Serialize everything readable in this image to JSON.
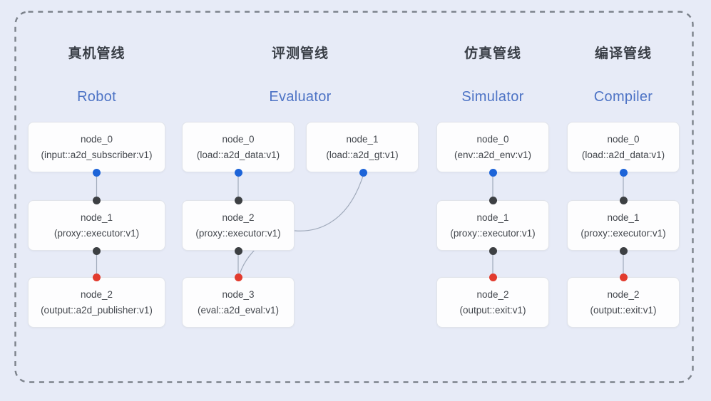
{
  "diagram": {
    "background": "#e7ebf7",
    "frame_border_color": "#7c828b",
    "edge_color": "#a0aabb",
    "port_colors": {
      "source_port": "#1d64d8",
      "proxy_port": "#3d4043",
      "sink_port": "#e23b2e"
    },
    "pipelines": [
      {
        "id": "robot",
        "title_zh": "真机管线",
        "title_en": "Robot",
        "nodes": [
          {
            "name": "node_0",
            "type": "(input::a2d_subscriber:v1)"
          },
          {
            "name": "node_1",
            "type": "(proxy::executor:v1)"
          },
          {
            "name": "node_2",
            "type": "(output::a2d_publisher:v1)"
          }
        ]
      },
      {
        "id": "evaluator",
        "title_zh": "评测管线",
        "title_en": "Evaluator",
        "nodes": [
          {
            "name": "node_0",
            "type": "(load::a2d_data:v1)"
          },
          {
            "name": "node_1",
            "type": "(load::a2d_gt:v1)"
          },
          {
            "name": "node_2",
            "type": "(proxy::executor:v1)"
          },
          {
            "name": "node_3",
            "type": "(eval::a2d_eval:v1)"
          }
        ]
      },
      {
        "id": "simulator",
        "title_zh": "仿真管线",
        "title_en": "Simulator",
        "nodes": [
          {
            "name": "node_0",
            "type": "(env::a2d_env:v1)"
          },
          {
            "name": "node_1",
            "type": "(proxy::executor:v1)"
          },
          {
            "name": "node_2",
            "type": "(output::exit:v1)"
          }
        ]
      },
      {
        "id": "compiler",
        "title_zh": "编译管线",
        "title_en": "Compiler",
        "nodes": [
          {
            "name": "node_0",
            "type": "(load::a2d_data:v1)"
          },
          {
            "name": "node_1",
            "type": "(proxy::executor:v1)"
          },
          {
            "name": "node_2",
            "type": "(output::exit:v1)"
          }
        ]
      }
    ]
  }
}
